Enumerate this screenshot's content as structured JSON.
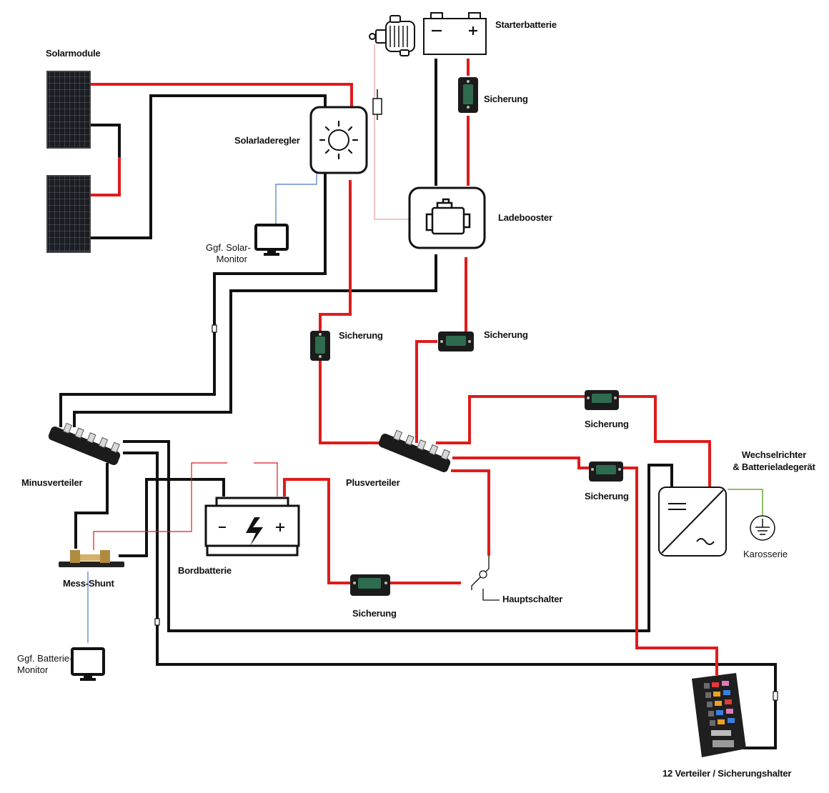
{
  "labels": {
    "solar_modules": "Solarmodule",
    "starter_battery": "Starterbatterie",
    "fuse_starter": "Sicherung",
    "solar_charger": "Solarladeregler",
    "charge_booster": "Ladebooster",
    "solar_monitor_line1": "Ggf. Solar-",
    "solar_monitor_line2": "Monitor",
    "fuse_solar": "Sicherung",
    "fuse_booster": "Sicherung",
    "inverter_line1": "Wechselrichter",
    "inverter_line2": "& Batterieladegerät",
    "fuse_inverter": "Sicherung",
    "fuse_distributor": "Sicherung",
    "minus_distributor": "Minusverteiler",
    "plus_distributor": "Plusverteiler",
    "house_battery": "Bordbatterie",
    "shunt": "Mess-Shunt",
    "ground": "Karosserie",
    "main_switch": "Hauptschalter",
    "fuse_battery": "Sicherung",
    "battery_monitor_line1": "Ggf. Batterie-",
    "battery_monitor_line2": "Monitor",
    "fuse_block": "12 Verteiler / Sicherungshalter"
  },
  "colors": {
    "positive_wire": "#e01b1b",
    "negative_wire": "#111111",
    "data_wire": "#4a78c8",
    "ground_wire": "#6aaa3a",
    "signal_wire": "#e88a8a"
  }
}
